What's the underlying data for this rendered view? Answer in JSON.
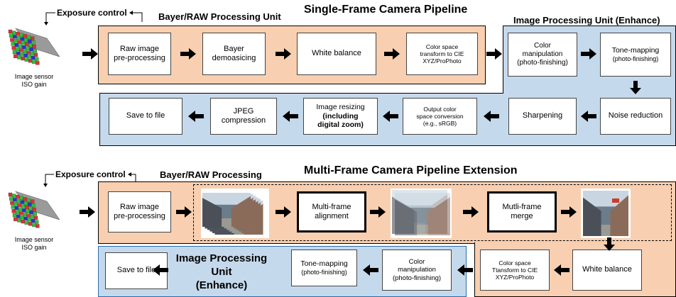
{
  "single": {
    "title": "Single-Frame Camera Pipeline",
    "exposure_label": "Exposure control",
    "sensor_label": "Image sensor\nISO gain",
    "bayer_unit_label": "Bayer/RAW Processing Unit",
    "ipu_label": "Image Processing Unit (Enhance)",
    "boxes": {
      "raw": "Raw image\npre-processing",
      "demosaic": "Bayer\ndemoasicing",
      "wb": "White balance",
      "cst": "Color space\ntransform to CIE\nXYZ/ProPhoto",
      "color": "Color\nmanipulation\n(photo-finishing)",
      "tone_title": "Tone-mapping",
      "tone_sub": "(photo-finishing)",
      "noise": "Noise reduction",
      "sharpen": "Sharpening",
      "output": "Output color\nspace conversion\n(e.g., sRGB)",
      "resize_line1": "Image resizing",
      "resize_line2": "(including\ndigital zoom)",
      "jpeg": "JPEG\ncompression",
      "save": "Save to file"
    }
  },
  "multi": {
    "title": "Multi-Frame Camera Pipeline Extension",
    "exposure_label": "Exposure control",
    "sensor_label": "Image sensor\nISO gain",
    "bayer_label": "Bayer/RAW Processing",
    "boxes": {
      "raw": "Raw image\npre-processing",
      "align": "Multi-frame\nalignment",
      "merge": "Mutli-frame\nmerge",
      "cst": "Color space\nTtansform to CIE\nXYZ/ProPhoto",
      "wb": "White balance",
      "color": "Color\nmanipulation\n(photo-finishing)",
      "tone_title": "Tone-mapping",
      "tone_sub": "(photo-finishing)",
      "save": "Save to file"
    },
    "ipu_label": "Image Processing Unit\n(Enhance)",
    "ellipsis": "..."
  }
}
